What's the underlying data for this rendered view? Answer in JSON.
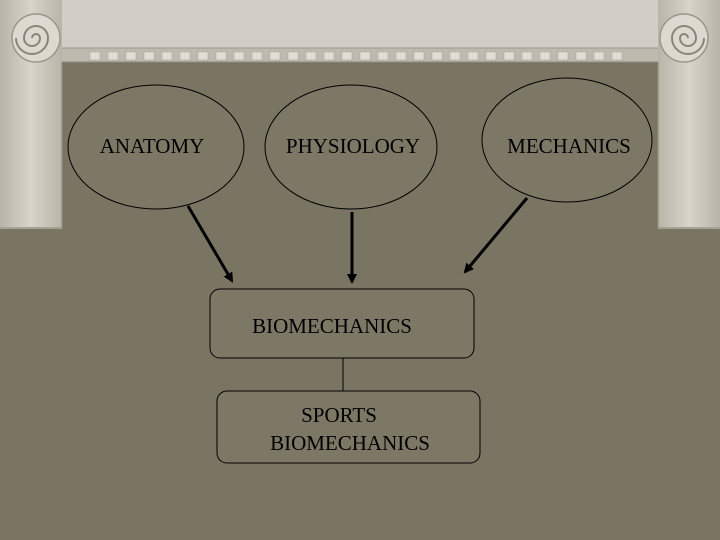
{
  "diagram": {
    "nodes": {
      "anatomy": "ANATOMY",
      "physiology": "PHYSIOLOGY",
      "mechanics": "MECHANICS",
      "biomechanics": "BIOMECHANICS",
      "sports_line1": "SPORTS",
      "sports_line2": "BIOMECHANICS"
    },
    "edges": [
      {
        "from": "ANATOMY",
        "to": "BIOMECHANICS"
      },
      {
        "from": "PHYSIOLOGY",
        "to": "BIOMECHANICS"
      },
      {
        "from": "MECHANICS",
        "to": "BIOMECHANICS"
      },
      {
        "from": "BIOMECHANICS",
        "to": "SPORTS BIOMECHANICS"
      }
    ]
  },
  "colors": {
    "background": "#7d7766",
    "frame": "#cfcbc2",
    "node_fill": "#7d7766",
    "stroke": "#000000"
  }
}
